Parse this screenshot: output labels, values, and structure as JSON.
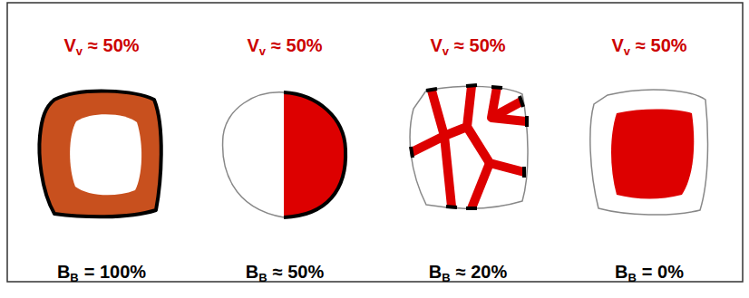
{
  "diagram": {
    "labels": [
      "V",
      "v",
      "≈ 50%",
      "V",
      "v",
      "≈ 50%",
      "V",
      "v",
      "≈ 50%",
      "V",
      "v",
      "≈ 50%",
      "B",
      "B",
      "= 100%",
      "B",
      "B",
      "≈ 50%",
      "B",
      "B",
      "≈ 20%",
      "B",
      "B",
      "= 0%"
    ]
  }
}
